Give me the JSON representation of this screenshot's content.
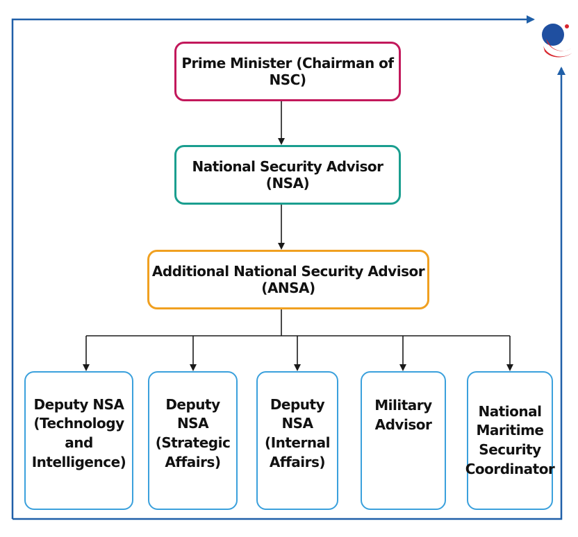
{
  "top_boxes": {
    "pm": "Prime Minister (Chairman of NSC)",
    "nsa": "National Security Advisor (NSA)",
    "ansa": "Additional National Security Advisor (ANSA)"
  },
  "bottom_boxes": {
    "deputy_tech": "Deputy NSA (Technology and Intelligence)",
    "deputy_strategic": "Deputy NSA (Strategic Affairs)",
    "deputy_internal": "Deputy NSA (Internal Affairs)",
    "military": "Military Advisor",
    "maritime": "National Maritime Security Coordinator"
  },
  "colors": {
    "pm_border": "#c2185b",
    "nsa_border": "#1a9e8f",
    "ansa_border": "#f0a020",
    "bottom_border": "#3aa0dc",
    "frame": "#1f5fa8",
    "connector": "#1a1a1a"
  },
  "icons": {
    "logo": "brand-logo-icon"
  }
}
